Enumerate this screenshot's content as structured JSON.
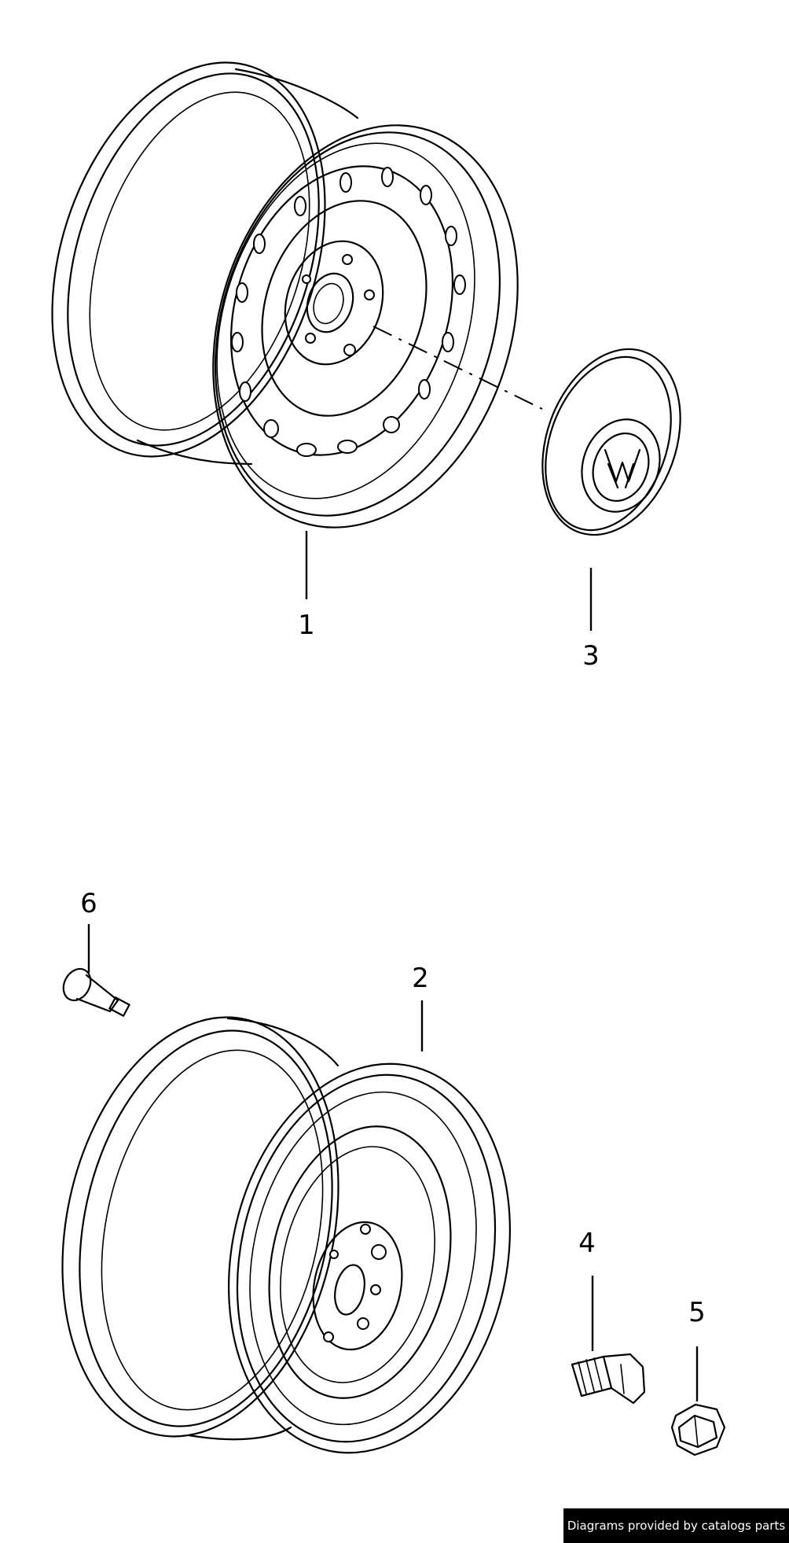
{
  "callouts": [
    {
      "id": "1",
      "label": "1",
      "part": "steel-wheel-with-hubcap-holes"
    },
    {
      "id": "2",
      "label": "2",
      "part": "steel-wheel"
    },
    {
      "id": "3",
      "label": "3",
      "part": "hub-cap"
    },
    {
      "id": "4",
      "label": "4",
      "part": "wheel-bolt"
    },
    {
      "id": "5",
      "label": "5",
      "part": "bolt-cap"
    },
    {
      "id": "6",
      "label": "6",
      "part": "tire-valve"
    }
  ],
  "footer": {
    "credit": "Diagrams provided by catalogs parts"
  },
  "colors": {
    "ink": "#000000",
    "background": "#ffffff",
    "credit_background": "#000000",
    "credit_text": "#ffffff"
  }
}
